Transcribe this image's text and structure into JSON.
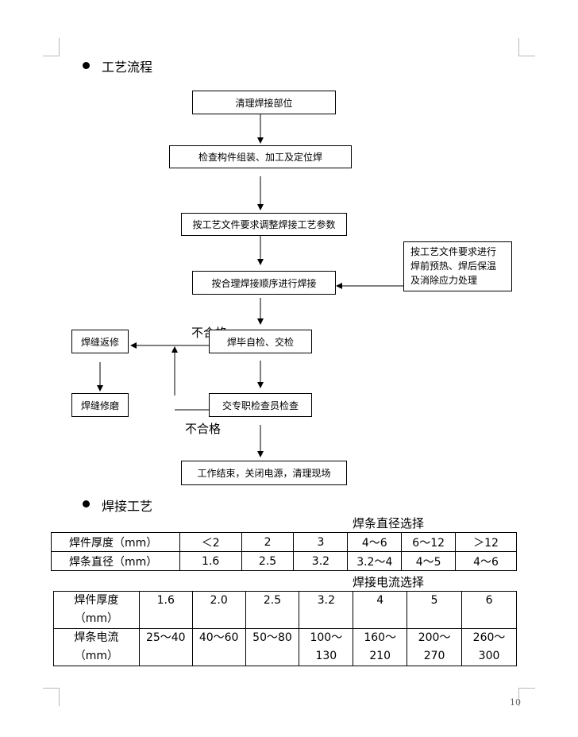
{
  "sections": {
    "process_title": "工艺流程",
    "welding_title": "焊接工艺"
  },
  "flow": {
    "step1": "清理焊接部位",
    "step2": "检查构件组装、加工及定位焊",
    "step3": "按工艺文件要求调整焊接工艺参数",
    "step4": "按合理焊接顺序进行焊接",
    "step5": "焊毕自检、交检",
    "step6": "交专职检查员检查",
    "step7": "工作结束，关闭电源，清理现场",
    "side_note": [
      "按工艺文件要求进行",
      "焊前预热、焊后保温",
      "及消除应力处理"
    ],
    "repair": "焊缝返修",
    "grind": "焊缝修磨",
    "fail_label_1": "不合格",
    "fail_label_2": "不合格"
  },
  "table1": {
    "caption": "焊条直径选择",
    "row1_label": "焊件厚度（mm）",
    "row1": [
      "＜2",
      "2",
      "3",
      "4～6",
      "6～12",
      "＞12"
    ],
    "row2_label": "焊条直径（mm）",
    "row2": [
      "1.6",
      "2.5",
      "3.2",
      "3.2～4",
      "4～5",
      "4～6"
    ]
  },
  "table2": {
    "caption": "焊接电流选择",
    "row1_label": [
      "焊件厚度",
      "（mm）"
    ],
    "row1": [
      "1.6",
      "2.0",
      "2.5",
      "3.2",
      "4",
      "5",
      "6"
    ],
    "row2_label": [
      "焊条电流",
      "（mm）"
    ],
    "row2": [
      [
        "25～40",
        ""
      ],
      [
        "40～60",
        ""
      ],
      [
        "50～80",
        ""
      ],
      [
        "100～",
        "130"
      ],
      [
        "160～",
        "210"
      ],
      [
        "200～",
        "270"
      ],
      [
        "260～",
        "300"
      ]
    ]
  },
  "page_number": "10"
}
